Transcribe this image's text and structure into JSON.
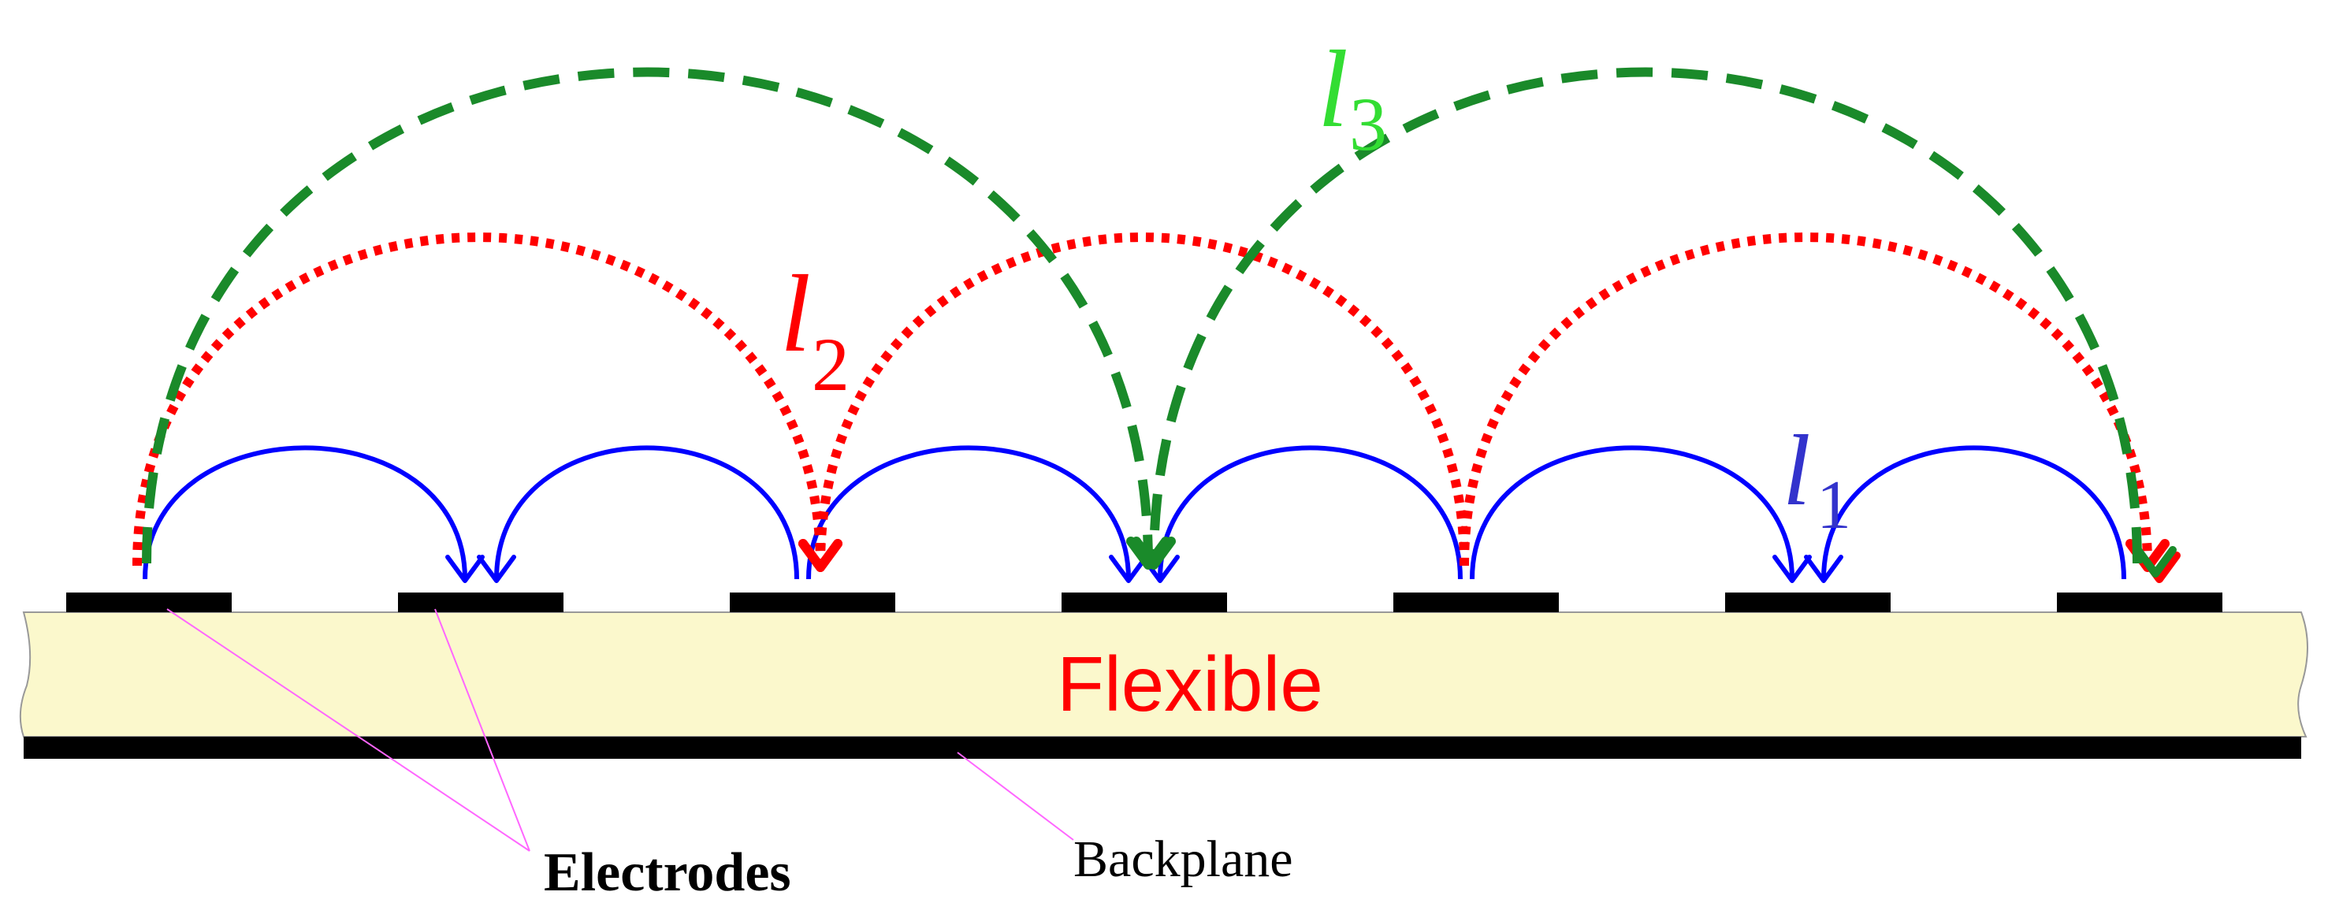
{
  "labels": {
    "substrate": "Flexible",
    "electrodes": "Electrodes",
    "backplane": "Backplane",
    "l1_letter": "l",
    "l1_sub": "1",
    "l2_letter": "l",
    "l2_sub": "2",
    "l3_letter": "l",
    "l3_sub": "3"
  },
  "colors": {
    "l1": "#0000ff",
    "l2": "#ff0000",
    "l3": "#1a8a2a",
    "l3_label": "#33dd33",
    "l1_label": "#3333cc",
    "substrate_fill": "#fbf8cc",
    "substrate_text": "#ff0000",
    "electrode": "#000000",
    "backplane": "#000000",
    "leader": "#ff66ff"
  },
  "electrode_count": 7
}
